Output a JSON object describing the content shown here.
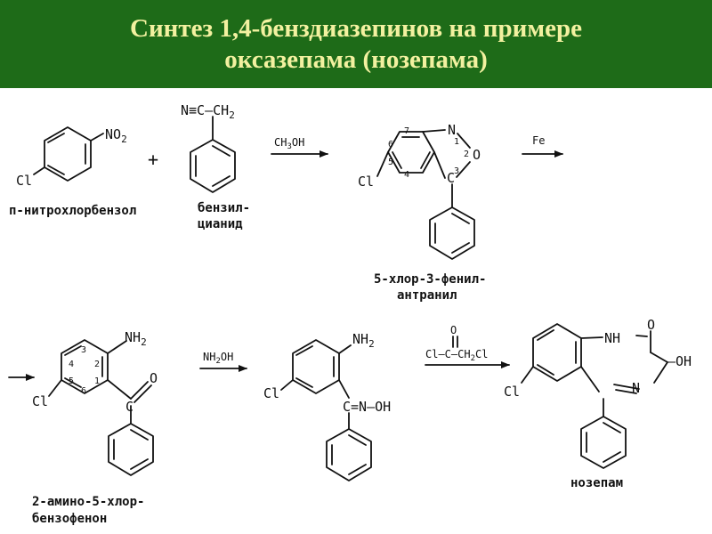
{
  "header": {
    "title_line1": "Синтез 1,4-бенздиазепинов на примере",
    "title_line2": "оксазепама (нозепама)"
  },
  "scheme": {
    "reagent1_name": "п-нитрохлорбензол",
    "reagent1_no2": "NO",
    "reagent1_no2_sub": "2",
    "reagent1_cl": "Cl",
    "plus": "+",
    "reagent2_nitrile": "N≡C–CH",
    "reagent2_nitrile_sub": "2",
    "reagent2_name_line1": "бензил-",
    "reagent2_name_line2": "цианид",
    "step1_reagent": "CH",
    "step1_reagent_sub": "3",
    "step1_reagent_end": "OH",
    "step2_reagent": "Fe",
    "intermediate1_cl": "Cl",
    "intermediate1_n": "N",
    "intermediate1_o": "O",
    "intermediate1_c": "C",
    "intermediate1_locants": [
      "1",
      "2",
      "3",
      "4",
      "5",
      "6",
      "7"
    ],
    "intermediate1_name_line1": "5-хлор-3-фенил-",
    "intermediate1_name_line2": "антранил",
    "intermediate2_nh2": "NH",
    "intermediate2_nh2_sub": "2",
    "intermediate2_cl": "Cl",
    "intermediate2_c": "C",
    "intermediate2_o": "O",
    "intermediate2_locants": [
      "1",
      "2",
      "3",
      "4",
      "5",
      "6"
    ],
    "intermediate2_name_line1": "2-амино-5-хлор-",
    "intermediate2_name_line2": "бензофенон",
    "step3_reagent": "NH",
    "step3_reagent_sub": "2",
    "step3_reagent_end": "OH",
    "intermediate3_nh2": "NH",
    "intermediate3_nh2_sub": "2",
    "intermediate3_cl": "Cl",
    "intermediate3_oxime": "C=N–OH",
    "step4_reagent_o": "O",
    "step4_reagent": "Cl–C–CH",
    "step4_reagent_sub": "2",
    "step4_reagent_end": "Cl",
    "product_nh": "NH",
    "product_o": "O",
    "product_oh": "–OH",
    "product_n": "N",
    "product_cl": "Cl",
    "product_name": "нозепам"
  }
}
